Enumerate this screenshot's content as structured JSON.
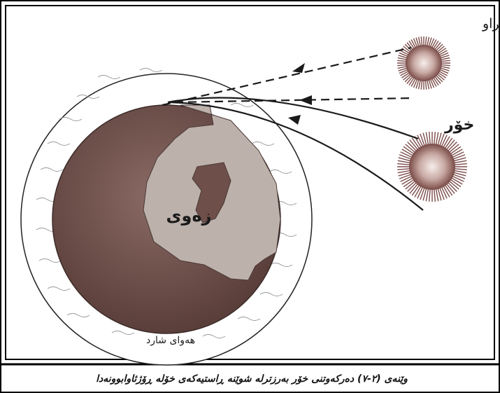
{
  "labels": {
    "apparent_sun": "شوێنی بینراو",
    "sun": "خۆر",
    "earth": "زەوی",
    "atmosphere": "هەوای شارد"
  },
  "caption": "وێنەی (٢-٧) دەرکەوتنی خۆر بەرزترلە شوێنە ڕاستیەکەی خۆلە ڕۆژئاوابوونەدا",
  "colors": {
    "border": "#000000",
    "earth_dark": "#6e4f4a",
    "earth_light": "#bfb3ad",
    "sun_core": "#f4eae6",
    "sun_ray": "#7a4c48"
  }
}
